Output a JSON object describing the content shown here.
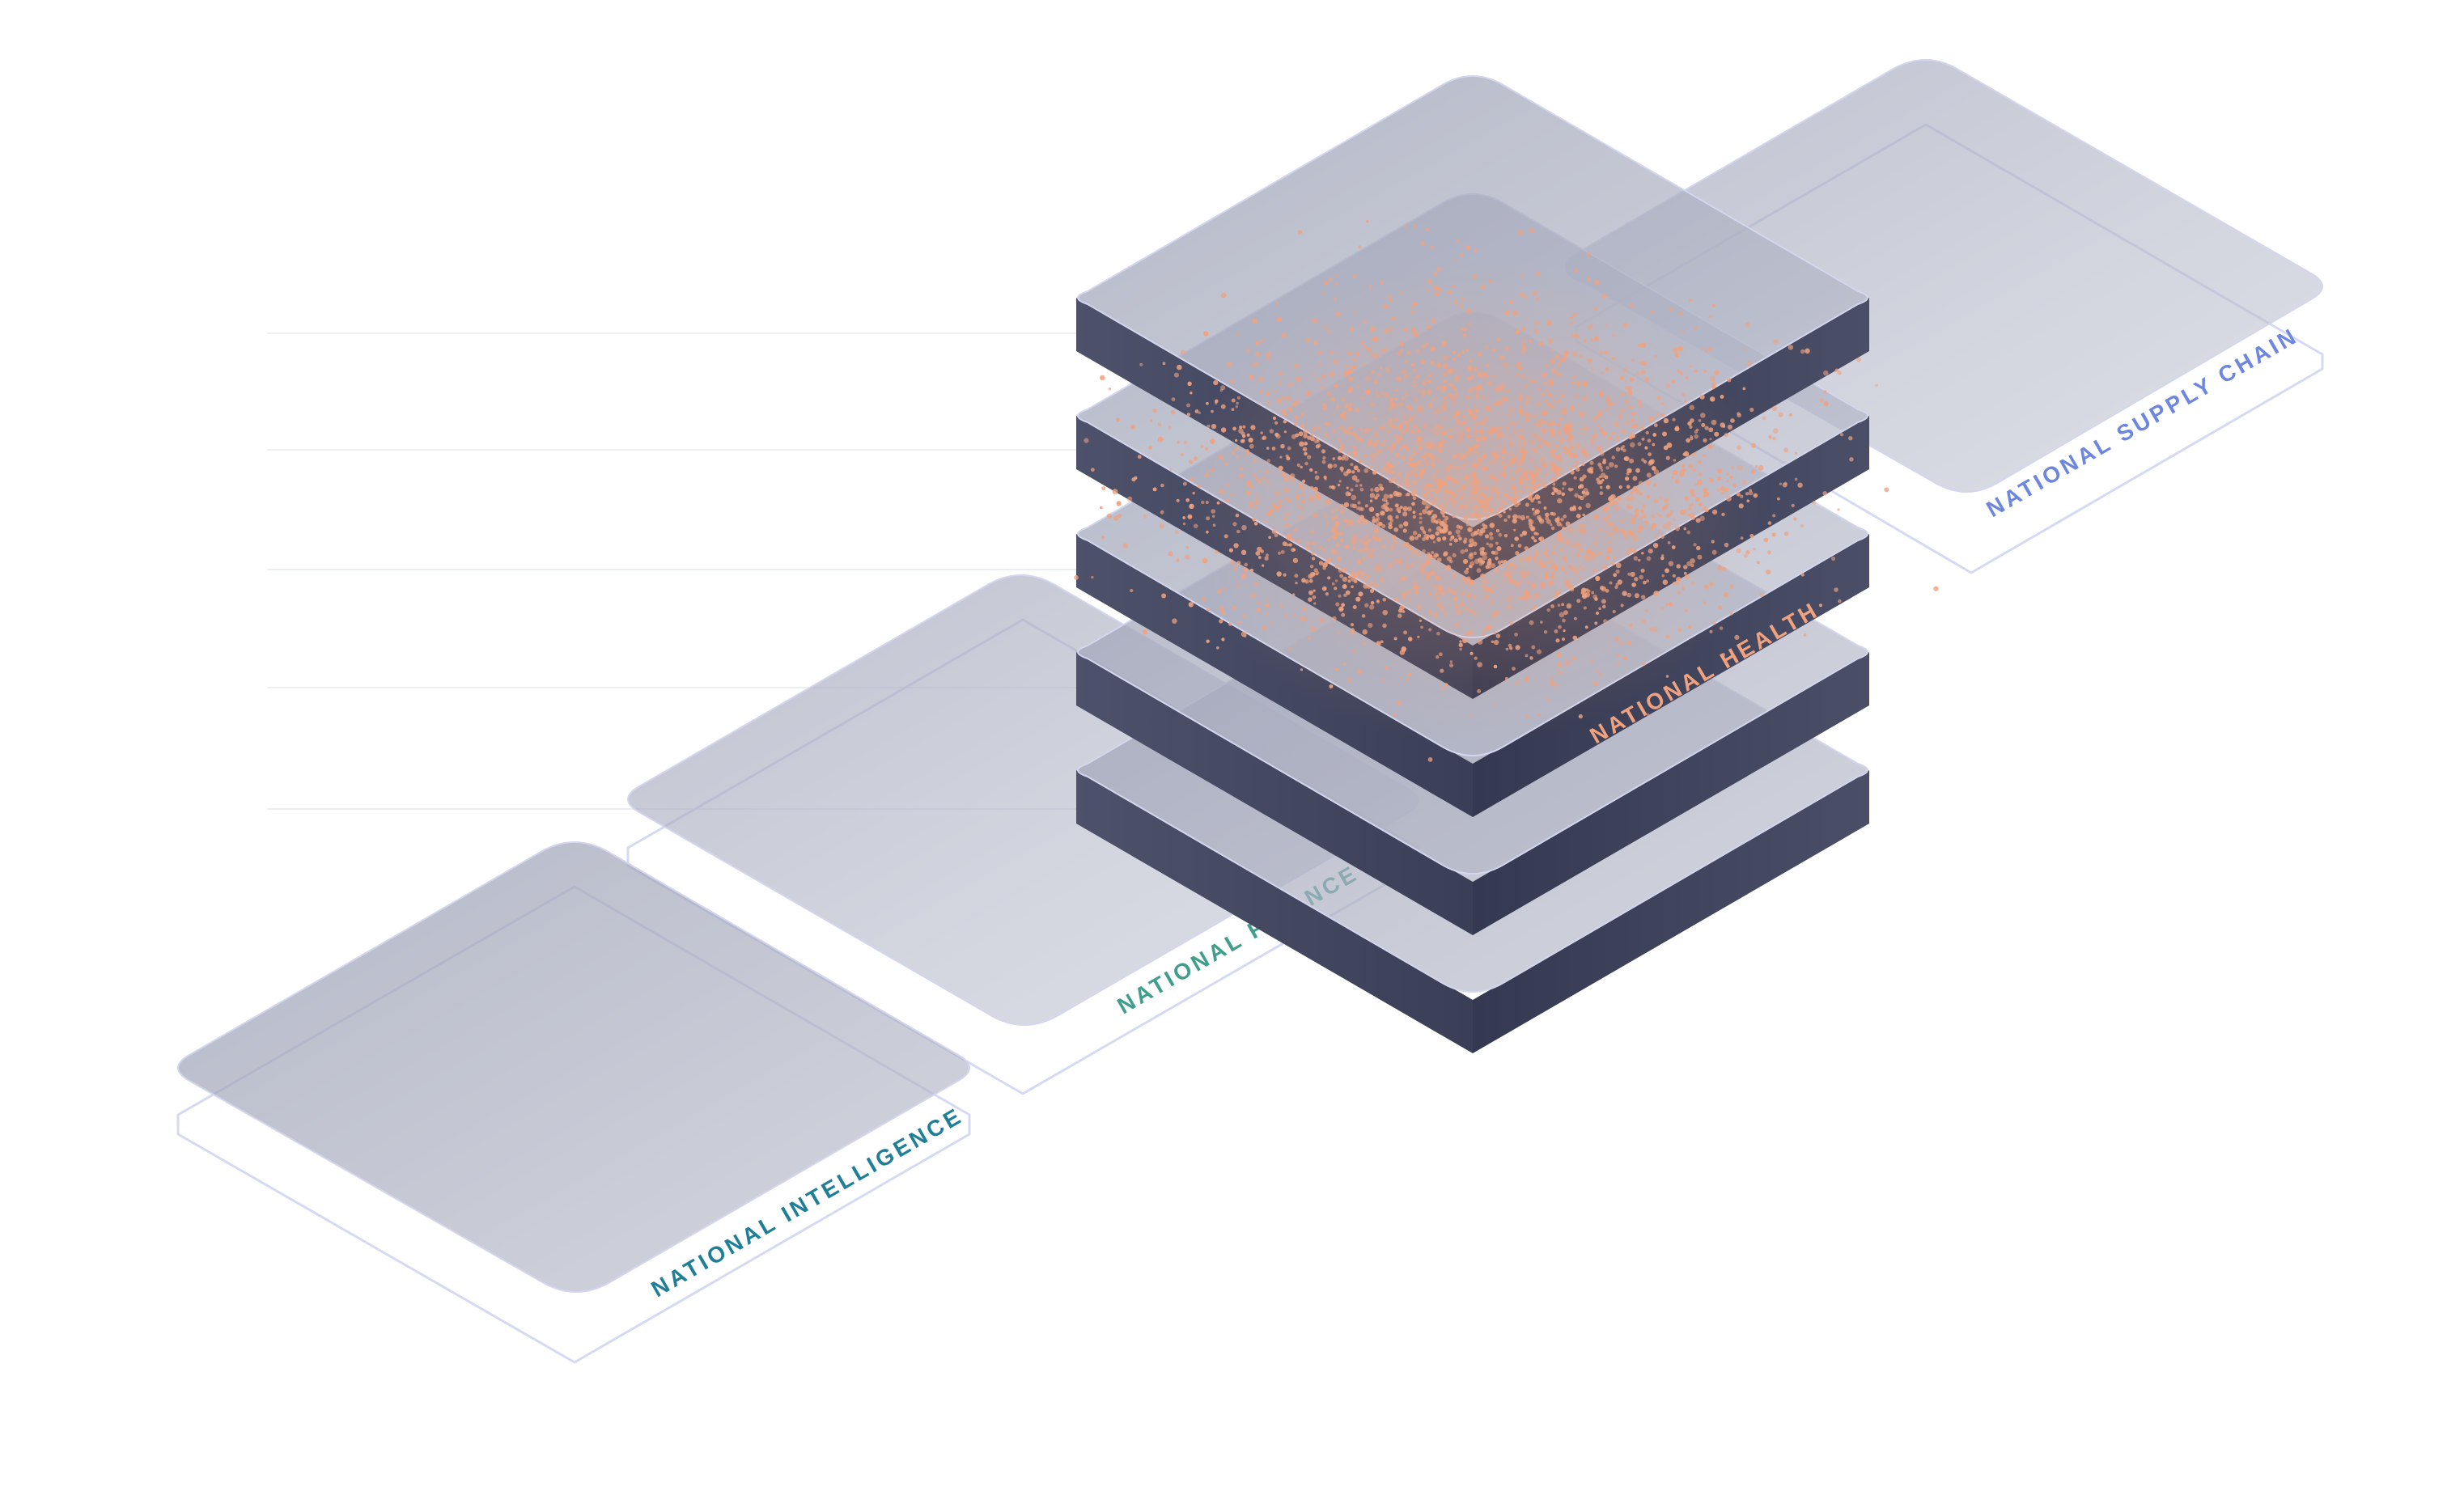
{
  "diagram": {
    "platforms": [
      {
        "id": "intelligence",
        "label": "NATIONAL INTELLIGENCE",
        "color": "#1f7f98"
      },
      {
        "id": "finance",
        "label": "NATIONAL FINANCE",
        "color": "#3f9e8c"
      },
      {
        "id": "health",
        "label": "NATIONAL HEALTH",
        "color": "#f0a27f"
      },
      {
        "id": "supply_chain",
        "label": "NATIONAL SUPPLY CHAIN",
        "color": "#6d86e0"
      }
    ],
    "stack_layer_count": 5,
    "colors": {
      "glass_top": "#a7abbd",
      "slab_side": "#3b3f58",
      "particles": "#f0a27f",
      "outline": "#c9cdf0"
    }
  }
}
